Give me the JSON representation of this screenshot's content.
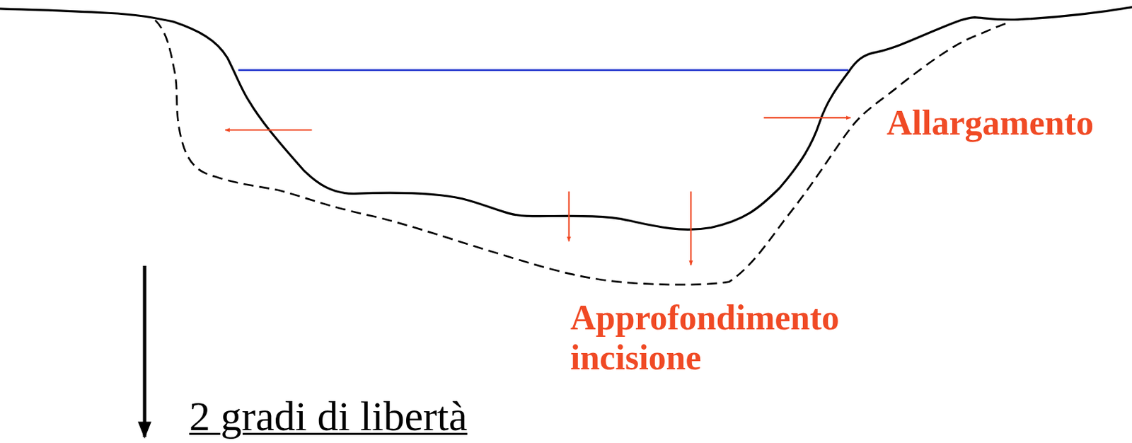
{
  "diagram": {
    "labels": [
      "Allargamento",
      "Approfondimento incisione",
      "2 gradi di libertà"
    ]
  }
}
